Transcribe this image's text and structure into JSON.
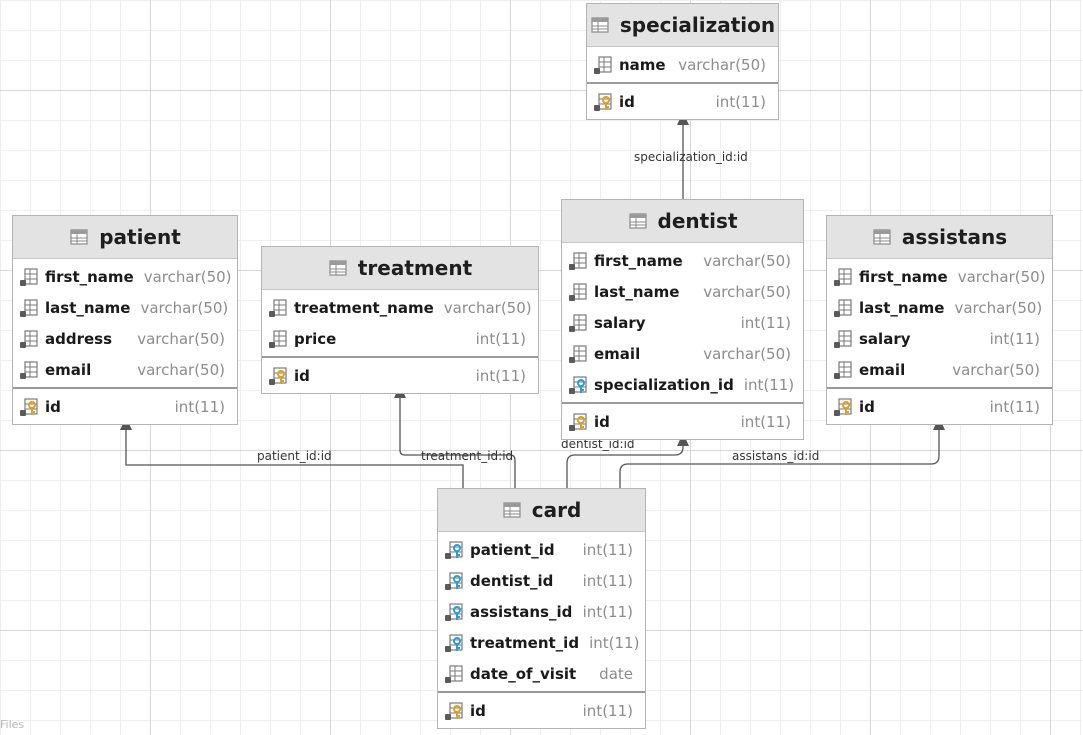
{
  "tables": {
    "specialization": {
      "title": "specialization",
      "columns": [
        {
          "name": "name",
          "type": "varchar(50)",
          "icon": "column-icon"
        }
      ],
      "keys": [
        {
          "name": "id",
          "type": "int(11)",
          "icon": "primary-key-icon"
        }
      ]
    },
    "patient": {
      "title": "patient",
      "columns": [
        {
          "name": "first_name",
          "type": "varchar(50)",
          "icon": "column-icon"
        },
        {
          "name": "last_name",
          "type": "varchar(50)",
          "icon": "column-icon"
        },
        {
          "name": "address",
          "type": "varchar(50)",
          "icon": "column-icon"
        },
        {
          "name": "email",
          "type": "varchar(50)",
          "icon": "column-icon"
        }
      ],
      "keys": [
        {
          "name": "id",
          "type": "int(11)",
          "icon": "primary-key-icon"
        }
      ]
    },
    "treatment": {
      "title": "treatment",
      "columns": [
        {
          "name": "treatment_name",
          "type": "varchar(50)",
          "icon": "column-icon"
        },
        {
          "name": "price",
          "type": "int(11)",
          "icon": "column-icon"
        }
      ],
      "keys": [
        {
          "name": "id",
          "type": "int(11)",
          "icon": "primary-key-icon"
        }
      ]
    },
    "dentist": {
      "title": "dentist",
      "columns": [
        {
          "name": "first_name",
          "type": "varchar(50)",
          "icon": "column-icon"
        },
        {
          "name": "last_name",
          "type": "varchar(50)",
          "icon": "column-icon"
        },
        {
          "name": "salary",
          "type": "int(11)",
          "icon": "column-icon"
        },
        {
          "name": "email",
          "type": "varchar(50)",
          "icon": "column-icon"
        },
        {
          "name": "specialization_id",
          "type": "int(11)",
          "icon": "foreign-key-icon"
        }
      ],
      "keys": [
        {
          "name": "id",
          "type": "int(11)",
          "icon": "primary-key-icon"
        }
      ]
    },
    "assistans": {
      "title": "assistans",
      "columns": [
        {
          "name": "first_name",
          "type": "varchar(50)",
          "icon": "column-icon"
        },
        {
          "name": "last_name",
          "type": "varchar(50)",
          "icon": "column-icon"
        },
        {
          "name": "salary",
          "type": "int(11)",
          "icon": "column-icon"
        },
        {
          "name": "email",
          "type": "varchar(50)",
          "icon": "column-icon"
        }
      ],
      "keys": [
        {
          "name": "id",
          "type": "int(11)",
          "icon": "primary-key-icon"
        }
      ]
    },
    "card": {
      "title": "card",
      "columns": [
        {
          "name": "patient_id",
          "type": "int(11)",
          "icon": "foreign-key-icon"
        },
        {
          "name": "dentist_id",
          "type": "int(11)",
          "icon": "foreign-key-icon"
        },
        {
          "name": "assistans_id",
          "type": "int(11)",
          "icon": "foreign-key-icon"
        },
        {
          "name": "treatment_id",
          "type": "int(11)",
          "icon": "foreign-key-icon"
        },
        {
          "name": "date_of_visit",
          "type": "date",
          "icon": "column-icon"
        }
      ],
      "keys": [
        {
          "name": "id",
          "type": "int(11)",
          "icon": "primary-key-icon"
        }
      ]
    }
  },
  "relations": [
    {
      "id": "specialization",
      "label": "specialization_id:id"
    },
    {
      "id": "patient",
      "label": "patient_id:id"
    },
    {
      "id": "treatment",
      "label": "treatment_id:id"
    },
    {
      "id": "dentist",
      "label": "dentist_id:id"
    },
    {
      "id": "assistans",
      "label": "assistans_id:id"
    }
  ],
  "footer": {
    "files_label": "Files"
  },
  "colors": {
    "header_bg": "#e3e3e3",
    "line": "#555555",
    "primary_key": "#e0a020",
    "foreign_key": "#2aa0d4"
  }
}
